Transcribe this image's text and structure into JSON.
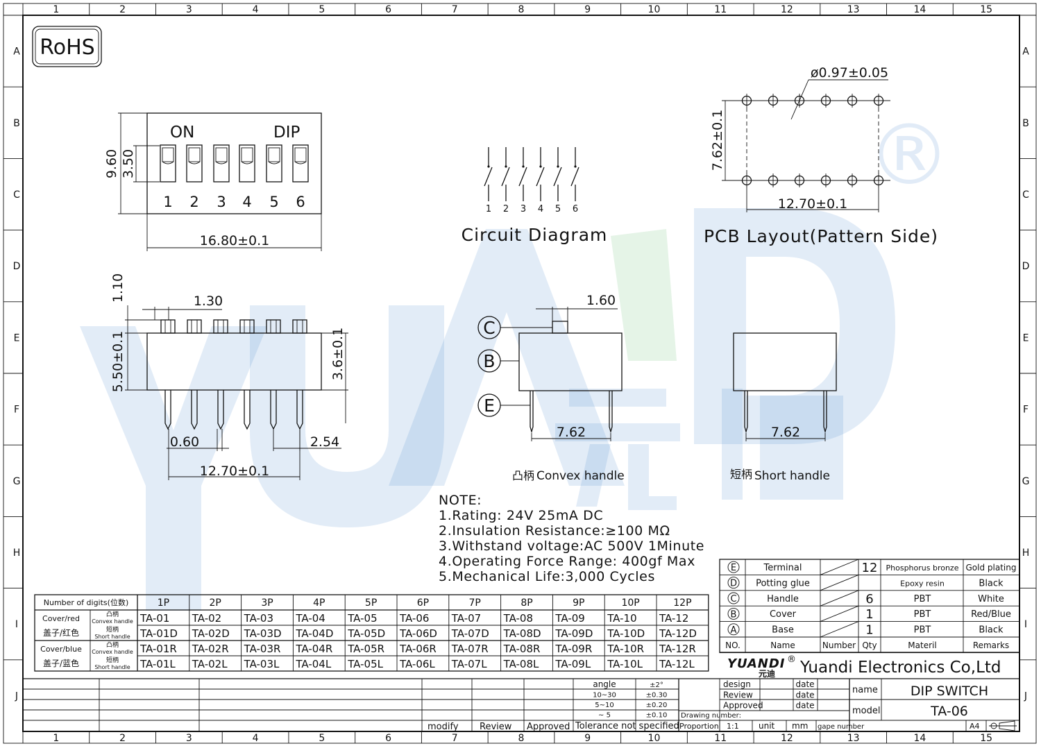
{
  "border": {
    "columns": [
      "1",
      "2",
      "3",
      "4",
      "5",
      "6",
      "7",
      "8",
      "9",
      "10",
      "11",
      "12",
      "13",
      "14",
      "15"
    ],
    "rows": [
      "A",
      "B",
      "C",
      "D",
      "E",
      "F",
      "G",
      "H",
      "I",
      "J"
    ]
  },
  "rohs": "RoHS",
  "watermark": {
    "latin": "YUANDI",
    "cjk": "元迪",
    "reg": "®"
  },
  "top_view": {
    "on_label": "ON",
    "dip_label": "DIP",
    "switch_numbers": [
      "1",
      "2",
      "3",
      "4",
      "5",
      "6"
    ],
    "dim_height": "9.60",
    "dim_slot": "3.50",
    "dim_width": "16.80±0.1"
  },
  "circuit": {
    "numbers": [
      "1",
      "2",
      "3",
      "4",
      "5",
      "6"
    ],
    "title": "Circuit  Diagram"
  },
  "pcb": {
    "hole_dim": "ø0.97±0.05",
    "row_dim": "7.62±0.1",
    "pitch_dim": "12.70±0.1",
    "title": "PCB  Layout(Pattern  Side)"
  },
  "front_view": {
    "dim_1_10": "1.10",
    "dim_1_30": "1.30",
    "dim_5_50": "5.50±0.1",
    "dim_3_6": "3.6±0.1",
    "dim_0_60": "0.60",
    "dim_2_54": "2.54",
    "dim_12_70": "12.70±0.1"
  },
  "convex": {
    "dim_top": "1.60",
    "dim_bottom": "7.62",
    "callouts": [
      "C",
      "B",
      "E"
    ],
    "caption_cn": "凸柄",
    "caption_en": "Convex  handle"
  },
  "short": {
    "dim_bottom": "7.62",
    "caption_cn": "短柄",
    "caption_en": "Short  handle"
  },
  "notes": [
    "NOTE:",
    "1.Rating:  24V  25mA  DC",
    "2.Insulation  Resistance:≥100  MΩ",
    "3.Withstand  voltage:AC  500V  1Minute",
    "4.Operating  Force  Range:  400gf  Max",
    "5.Mechanical  Life:3,000  Cycles"
  ],
  "digits_table": {
    "corner": "Number of digits(位数)",
    "headers": [
      "1P",
      "2P",
      "3P",
      "4P",
      "5P",
      "6P",
      "7P",
      "8P",
      "9P",
      "10P",
      "12P"
    ],
    "groups": [
      {
        "label_en": "Cover/red",
        "label_cn": "盖子/红色",
        "rows": [
          {
            "h_cn": "凸柄",
            "h_en": "Convex handle",
            "cells": [
              "TA-01",
              "TA-02",
              "TA-03",
              "TA-04",
              "TA-05",
              "TA-06",
              "TA-07",
              "TA-08",
              "TA-09",
              "TA-10",
              "TA-12"
            ]
          },
          {
            "h_cn": "短柄",
            "h_en": "Short handle",
            "cells": [
              "TA-01D",
              "TA-02D",
              "TA-03D",
              "TA-04D",
              "TA-05D",
              "TA-06D",
              "TA-07D",
              "TA-08D",
              "TA-09D",
              "TA-10D",
              "TA-12D"
            ]
          }
        ]
      },
      {
        "label_en": "Cover/blue",
        "label_cn": "盖子/蓝色",
        "rows": [
          {
            "h_cn": "凸柄",
            "h_en": "Convex handle",
            "cells": [
              "TA-01R",
              "TA-02R",
              "TA-03R",
              "TA-04R",
              "TA-05R",
              "TA-06R",
              "TA-07R",
              "TA-08R",
              "TA-09R",
              "TA-10R",
              "TA-12R"
            ]
          },
          {
            "h_cn": "短柄",
            "h_en": "Short handle",
            "cells": [
              "TA-01L",
              "TA-02L",
              "TA-03L",
              "TA-04L",
              "TA-05L",
              "TA-06L",
              "TA-07L",
              "TA-08L",
              "TA-09L",
              "TA-10L",
              "TA-12L"
            ]
          }
        ]
      }
    ]
  },
  "bom": {
    "rows": [
      {
        "mark": "E",
        "name": "Terminal",
        "qty": "12",
        "material": "Phosphorus bronze",
        "remarks": "Gold plating"
      },
      {
        "mark": "D",
        "name": "Potting glue",
        "qty": "",
        "material": "Epoxy resin",
        "remarks": "Black"
      },
      {
        "mark": "C",
        "name": "Handle",
        "qty": "6",
        "material": "PBT",
        "remarks": "White"
      },
      {
        "mark": "B",
        "name": "Cover",
        "qty": "1",
        "material": "PBT",
        "remarks": "Red/Blue"
      },
      {
        "mark": "A",
        "name": "Base",
        "qty": "1",
        "material": "PBT",
        "remarks": "Black"
      }
    ],
    "header": {
      "no": "NO.",
      "name": "Name",
      "number": "Number",
      "qty": "Qty",
      "material": "Materil",
      "remarks": "Remarks"
    }
  },
  "title_block": {
    "logo": "YUANDI",
    "logo_reg": "®",
    "logo_cn": "元迪",
    "company": "Yuandi Electronics Co,Ltd",
    "tolerance": [
      {
        "range": "angle",
        "value": "±2°"
      },
      {
        "range": "10~30",
        "value": "±0.30"
      },
      {
        "range": "5~10",
        "value": "±0.20"
      },
      {
        "range": "~ 5",
        "value": "±0.10"
      }
    ],
    "tolerance_label": "Tolerance  not  specified",
    "modify": "modify",
    "review": "Review",
    "approved": "Approved",
    "sign_rows": [
      "design",
      "Review",
      "Approved"
    ],
    "date_label": "date",
    "drawing_number_label": "Drawing number:",
    "proportion_label": "Proportion",
    "proportion": "1:1",
    "unit_label": "unit",
    "unit": "mm",
    "gape_label": "gape number",
    "name_label": "name",
    "name": "DIP  SWITCH",
    "model_label": "model",
    "model": "TA-06",
    "size": "A4"
  }
}
